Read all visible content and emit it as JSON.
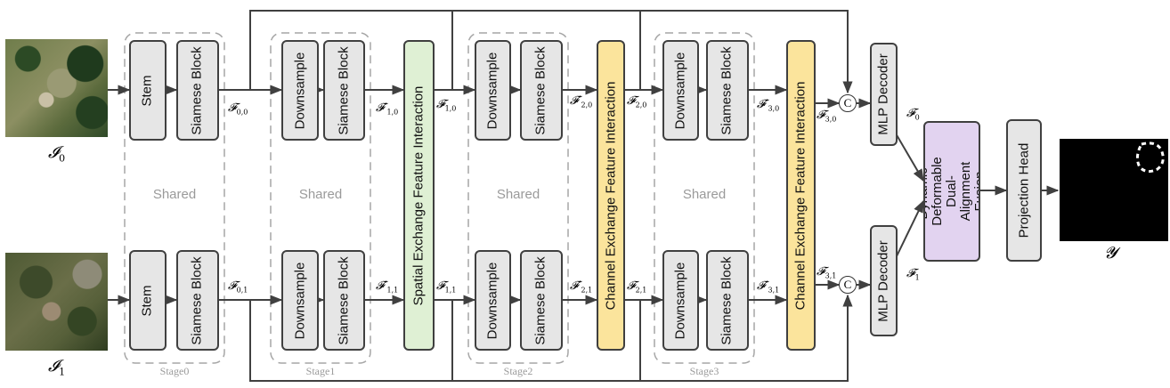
{
  "images": {
    "input0_label": "𝓘",
    "input0_sub": "0",
    "input1_label": "𝓘",
    "input1_sub": "1",
    "output_label": "𝓨"
  },
  "blocks": {
    "stem": "Stem",
    "siamese": "Siamese Block",
    "downsample": "Downsample",
    "spatial": "Spatial Exchange Feature Interaction",
    "channel": "Channel Exchange Feature Interaction",
    "mlp": "MLP Decoder",
    "fusion": "Dynamic-Deformable Dual-Alignment Fusion",
    "projection": "Projection Head"
  },
  "shared_label": "Shared",
  "stages": [
    "Stage0",
    "Stage1",
    "Stage2",
    "Stage3"
  ],
  "concat_symbol": "C",
  "features": {
    "f00": {
      "base": "𝓕",
      "sub": "0,0"
    },
    "f01": {
      "base": "𝓕",
      "sub": "0,1"
    },
    "f10p": {
      "base": "𝓕′",
      "sub": "1,0"
    },
    "f11p": {
      "base": "𝓕′",
      "sub": "1,1"
    },
    "f10": {
      "base": "𝓕",
      "sub": "1,0"
    },
    "f11": {
      "base": "𝓕",
      "sub": "1,1"
    },
    "f20p": {
      "base": "𝓕′",
      "sub": "2,0"
    },
    "f21p": {
      "base": "𝓕′",
      "sub": "2,1"
    },
    "f20": {
      "base": "𝓕",
      "sub": "2,0"
    },
    "f21": {
      "base": "𝓕",
      "sub": "2,1"
    },
    "f30p": {
      "base": "𝓕′",
      "sub": "3,0"
    },
    "f31p": {
      "base": "𝓕′",
      "sub": "3,1"
    },
    "f30": {
      "base": "𝓕",
      "sub": "3,0"
    },
    "f31": {
      "base": "𝓕",
      "sub": "3,1"
    },
    "f0": {
      "base": "𝓕",
      "sub": "0"
    },
    "f1": {
      "base": "𝓕",
      "sub": "1"
    }
  }
}
